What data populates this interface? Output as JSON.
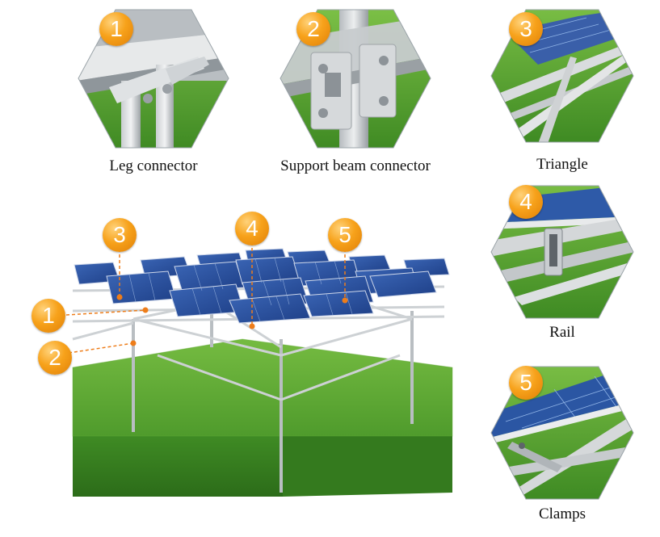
{
  "colors": {
    "badge": "#f39a12",
    "grass": "#4f9b2c",
    "panel": "#2a4f9e",
    "leader": "#ee7d1a"
  },
  "details": [
    {
      "number": "1",
      "label": "Leg connector",
      "icon": "leg-connector-closeup"
    },
    {
      "number": "2",
      "label": "Support beam connector",
      "icon": "support-beam-connector-closeup"
    },
    {
      "number": "3",
      "label": "Triangle",
      "icon": "triangle-closeup"
    },
    {
      "number": "4",
      "label": "Rail",
      "icon": "rail-closeup"
    },
    {
      "number": "5",
      "label": "Clamps",
      "icon": "clamps-closeup"
    }
  ],
  "callouts": [
    "1",
    "2",
    "3",
    "4",
    "5"
  ]
}
